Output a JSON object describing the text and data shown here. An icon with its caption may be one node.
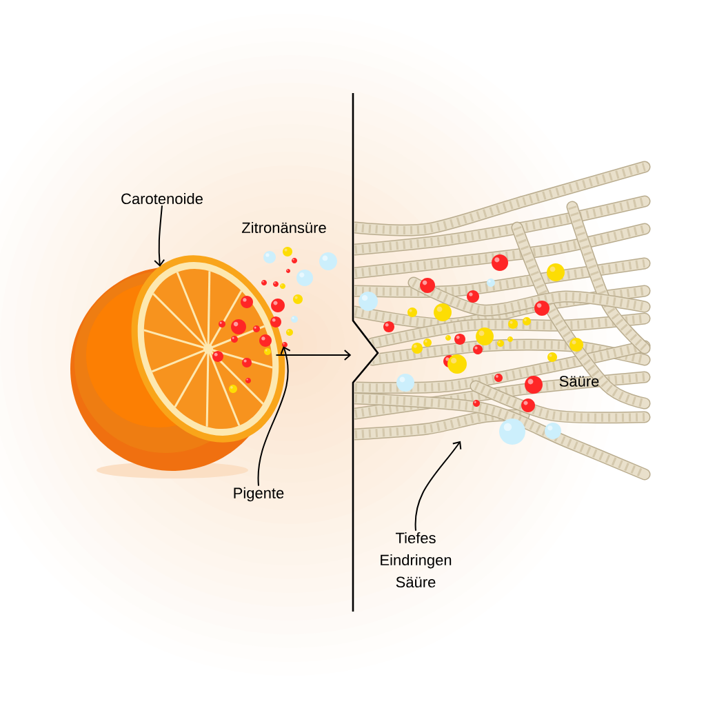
{
  "diagram": {
    "nodes": [
      {
        "text": [
          "Carotenoide"
        ]
      },
      {
        "text": [],
        "shape": "picture"
      },
      {
        "text": [],
        "shape": "picture",
        "in": 1
      },
      {
        "text": [
          "Pigente"
        ]
      },
      {
        "text": [],
        "shape": "picture"
      },
      {
        "text": [
          "Tiefes Eindringen Säüre"
        ]
      }
    ],
    "edges": [
      {
        "from": 0,
        "to": 1,
        "arrow": "to"
      },
      {
        "from": 3,
        "to": 2,
        "arrow": "to"
      },
      {
        "from": 2,
        "to": 4,
        "arrow": "to"
      },
      {
        "from": 5,
        "to": 4,
        "arrow": "to"
      }
    ],
    "labels": [
      "Zitronänsüre",
      "Säüre"
    ]
  }
}
